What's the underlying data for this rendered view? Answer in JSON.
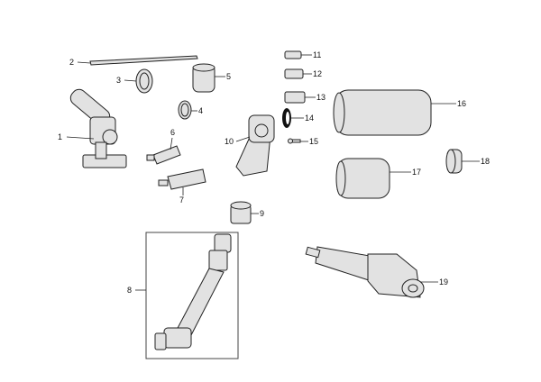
{
  "diagram": {
    "title": "Exploded parts diagram",
    "callouts": [
      "1",
      "2",
      "3",
      "4",
      "5",
      "6",
      "7",
      "8",
      "9",
      "10",
      "11",
      "12",
      "13",
      "14",
      "15",
      "16",
      "17",
      "18",
      "19"
    ]
  }
}
